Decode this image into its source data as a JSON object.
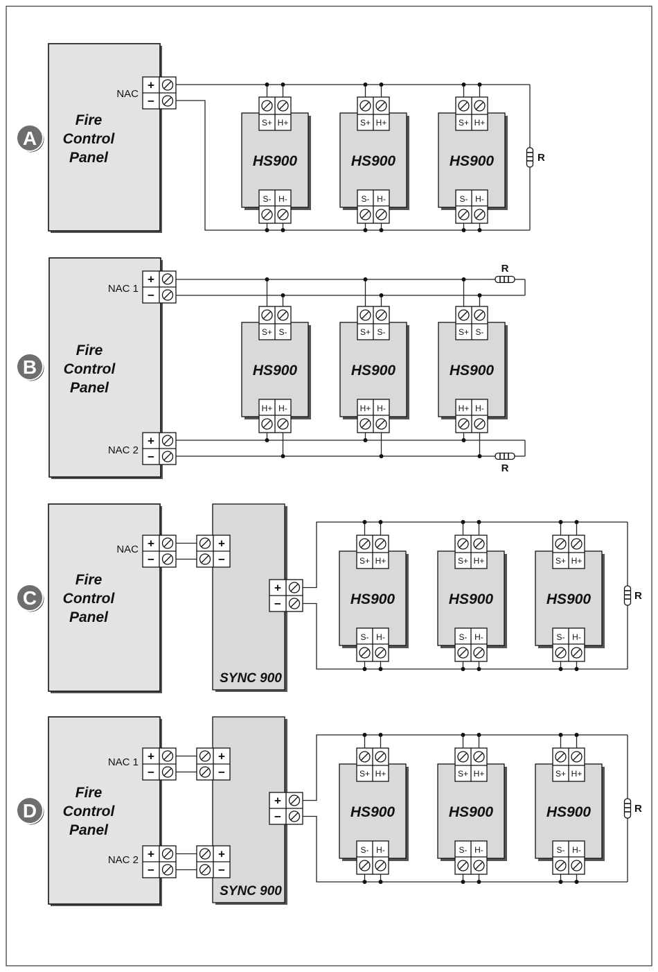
{
  "sections": [
    {
      "badge": "A",
      "panel_title": [
        "Fire",
        "Control",
        "Panel"
      ],
      "nac_labels": [
        "NAC"
      ],
      "device_label": "HS900",
      "device_top_pins": [
        "S+",
        "H+"
      ],
      "device_bottom_pins": [
        "S-",
        "H-"
      ],
      "resistor_label": "R"
    },
    {
      "badge": "B",
      "panel_title": [
        "Fire",
        "Control",
        "Panel"
      ],
      "nac_labels": [
        "NAC 1",
        "NAC 2"
      ],
      "device_label": "HS900",
      "device_top_pins": [
        "S+",
        "S-"
      ],
      "device_bottom_pins": [
        "H+",
        "H-"
      ],
      "resistor_label": "R"
    },
    {
      "badge": "C",
      "panel_title": [
        "Fire",
        "Control",
        "Panel"
      ],
      "nac_labels": [
        "NAC"
      ],
      "sync_label": "SYNC 900",
      "device_label": "HS900",
      "device_top_pins": [
        "S+",
        "H+"
      ],
      "device_bottom_pins": [
        "S-",
        "H-"
      ],
      "resistor_label": "R"
    },
    {
      "badge": "D",
      "panel_title": [
        "Fire",
        "Control",
        "Panel"
      ],
      "nac_labels": [
        "NAC 1",
        "NAC 2"
      ],
      "sync_label": "SYNC 900",
      "device_label": "HS900",
      "device_top_pins": [
        "S+",
        "H+"
      ],
      "device_bottom_pins": [
        "S-",
        "H-"
      ],
      "resistor_label": "R"
    }
  ],
  "terminal_signs": {
    "plus": "+",
    "minus": "−"
  },
  "colors": {
    "panel_fill": "#e3e3e3",
    "device_fill": "#d9d9d9",
    "badge_fill": "#6e6e6e",
    "wire": "#222222"
  }
}
